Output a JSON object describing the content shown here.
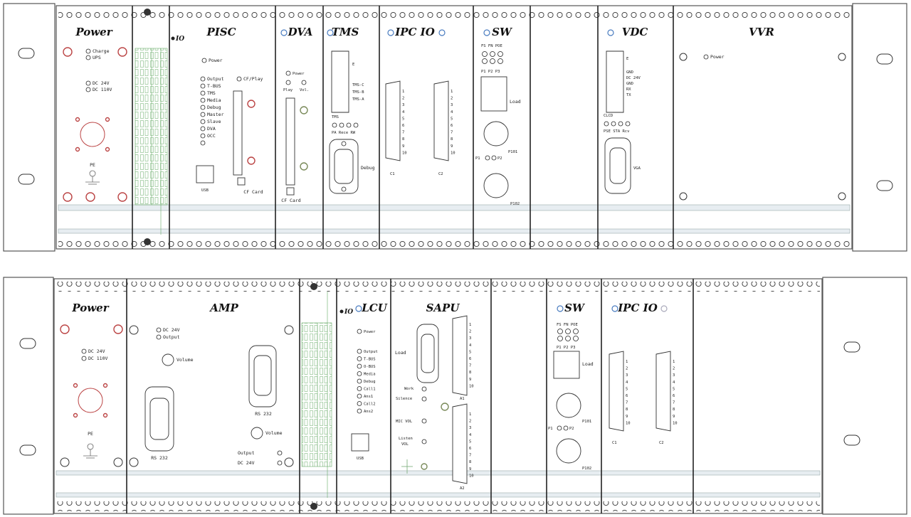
{
  "rack1": {
    "power": {
      "title": "Power",
      "leds": [
        "Charge",
        "UPS",
        "DC 24V",
        "DC 110V"
      ],
      "ground_label": "PE"
    },
    "io_label": "IO",
    "pisc": {
      "title": "PISC",
      "leds": [
        "Power",
        "Output",
        "T-BUS",
        "TMS",
        "Media",
        "Debug",
        "Master",
        "Slave",
        "DVA",
        "OCC"
      ],
      "cf_play_label": "CF/Play",
      "usb_label": "USB",
      "cf_card_label": "CF Card"
    },
    "dva": {
      "title": "DVA",
      "leds": [
        "Power",
        "Play",
        "Vol."
      ],
      "cf_card_label": "CF Card"
    },
    "tms": {
      "title": "TMS",
      "port_pins": [
        "E",
        "TMS-C",
        "TMS-B",
        "TMS-A"
      ],
      "lower_label": "TMS",
      "status_labels": "PA Rece RW",
      "debug_label": "Debug"
    },
    "ipc_io": {
      "title": "IPC IO",
      "pins": [
        "1",
        "2",
        "3",
        "4",
        "5",
        "6",
        "7",
        "8",
        "9",
        "10"
      ],
      "c1": "C1",
      "c2": "C2"
    },
    "sw": {
      "title": "SW",
      "top_labels": "FS FN POE",
      "row_labels": "P1 P2 P3",
      "load_label": "Load",
      "p101_label": "P101",
      "p1": "P1",
      "p2": "P2",
      "p102_label": "P102"
    },
    "vdc": {
      "title": "VDC",
      "pins": [
        "E",
        "GND",
        "DC 24V",
        "GND",
        "RX",
        "TX"
      ],
      "clcd_label": "CLCD",
      "status_labels": "PSE STA Rcv",
      "vga_label": "VGA"
    },
    "vvr": {
      "title": "VVR",
      "power_label": "Power"
    }
  },
  "rack2": {
    "power": {
      "title": "Power",
      "leds": [
        "DC 24V",
        "DC 110V"
      ],
      "ground_label": "PE"
    },
    "amp": {
      "title": "AMP",
      "leds": [
        "DC 24V",
        "Output"
      ],
      "volume_label": "Volume",
      "rs232_a": "RS 232",
      "rs232_b": "RS 232",
      "volume2_label": "Volume",
      "output_label": "Output",
      "dc24_label": "DC 24V"
    },
    "io_label": "IO",
    "lcu": {
      "title": "LCU",
      "leds": [
        "Power",
        "Output",
        "T-BUS",
        "O-BUS",
        "Media",
        "Debug",
        "Call1",
        "Ans1",
        "Call2",
        "Ans2"
      ],
      "usb_label": "USB"
    },
    "sapu": {
      "title": "SAPU",
      "load_label": "Load",
      "work_label": "Work",
      "silence_label": "Silence",
      "mic_vol_label": "MIC VOL",
      "listen_label": "Listen",
      "vol_label": "VOL",
      "pins": [
        "1",
        "2",
        "3",
        "4",
        "5",
        "6",
        "7",
        "8",
        "9",
        "10"
      ],
      "a1": "A1",
      "a2": "A2"
    },
    "sw": {
      "title": "SW",
      "top_labels": "FS FN POE",
      "row_labels": "P1 P2 P3",
      "load_label": "Load",
      "p101_label": "P101",
      "p1": "P1",
      "p2": "P2",
      "p102_label": "P102"
    },
    "ipc_io": {
      "title": "IPC IO",
      "pins": [
        "1",
        "2",
        "3",
        "4",
        "5",
        "6",
        "7",
        "8",
        "9",
        "10"
      ],
      "c1": "C1",
      "c2": "C2"
    }
  }
}
